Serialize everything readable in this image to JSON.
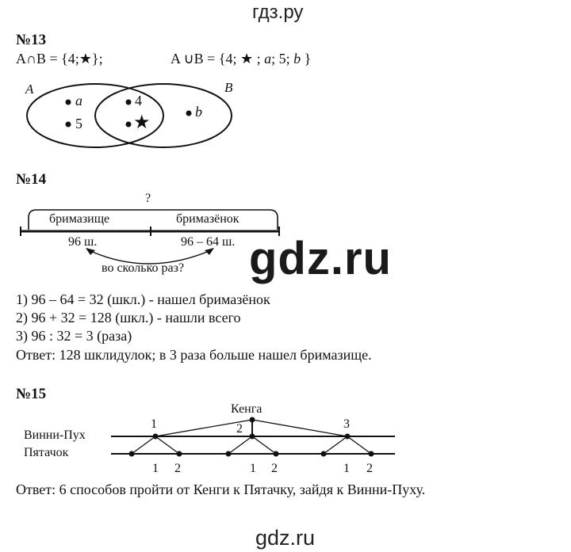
{
  "header": {
    "site": "гдз.ру"
  },
  "p13": {
    "title": "№13",
    "intersection": "A∩B = {4;★};",
    "union_pre": "A ∪B = {4; ★ ; ",
    "union_a": "a",
    "union_mid": "; 5; ",
    "union_b": "b",
    "union_post": " }",
    "set_a": "A",
    "set_b": "B",
    "elem_a": "a",
    "elem_5": "5",
    "elem_4": "4",
    "elem_star": "★",
    "elem_b": "b"
  },
  "p14": {
    "title": "№14",
    "question": "?",
    "left_label": "бримазище",
    "right_label": "бримазёнок",
    "left_count": "96 ш.",
    "right_count": "96 – 64 ш.",
    "arrow_label": "во сколько раз?",
    "steps": [
      "1) 96 – 64 = 32 (шкл.) - нашел бримазёнок",
      "2) 96 + 32 = 128 (шкл.) - нашли всего",
      "3) 96 : 32 = 3 (раза)"
    ],
    "answer": "Ответ: 128 шклидулок; в 3 раза больше нашел бримазище."
  },
  "watermark": "gdz.ru",
  "p15": {
    "title": "№15",
    "top": "Кенга",
    "row1": "Винни-Пух",
    "row2": "Пятачок",
    "n1": "1",
    "n2": "2",
    "n3": "3",
    "b1": "1",
    "b2": "2",
    "b3": "1",
    "b4": "2",
    "b5": "1",
    "b6": "2",
    "answer": "Ответ: 6 способов пройти от Кенги к Пятачку, зайдя к Винни-Пуху."
  },
  "footer": "gdz.ru"
}
